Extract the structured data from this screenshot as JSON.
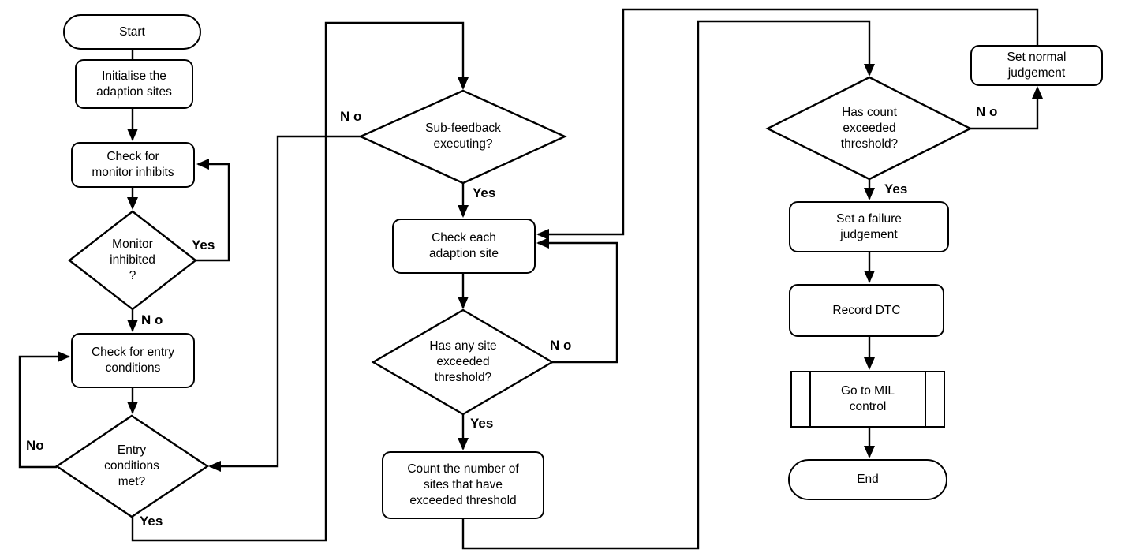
{
  "flowchart": {
    "background_color": "#ffffff",
    "stroke_color": "#000000",
    "fill_color": "#ffffff",
    "nodes": {
      "start": {
        "label": "Start",
        "shape": "terminator"
      },
      "initialise": {
        "label": "Initialise the\nadaption sites",
        "shape": "process"
      },
      "check_monitor": {
        "label": "Check for\nmonitor inhibits",
        "shape": "process"
      },
      "monitor_inhibited": {
        "label": "Monitor\ninhibited\n?",
        "shape": "decision"
      },
      "check_entry": {
        "label": "Check for entry\nconditions",
        "shape": "process"
      },
      "entry_met": {
        "label": "Entry\nconditions\nmet?",
        "shape": "decision"
      },
      "sub_feedback": {
        "label": "Sub-feedback\nexecuting?",
        "shape": "decision"
      },
      "check_each_site": {
        "label": "Check each\nadaption site",
        "shape": "process"
      },
      "site_exceeded": {
        "label": "Has any site\nexceeded\nthreshold?",
        "shape": "decision"
      },
      "count_sites": {
        "label": "Count the number of\nsites that have\nexceeded threshold",
        "shape": "process"
      },
      "count_exceeded": {
        "label": "Has count\nexceeded\nthreshold?",
        "shape": "decision"
      },
      "set_normal": {
        "label": "Set normal\njudgement",
        "shape": "process"
      },
      "set_failure": {
        "label": "Set a failure\njudgement",
        "shape": "process"
      },
      "record_dtc": {
        "label": "Record DTC",
        "shape": "process"
      },
      "mil_control": {
        "label": "Go to MIL\ncontrol",
        "shape": "predefined-process"
      },
      "end": {
        "label": "End",
        "shape": "terminator"
      }
    },
    "edge_labels": {
      "monitor_yes": "Yes",
      "monitor_no": "N o",
      "entry_no": "No",
      "entry_yes": "Yes",
      "sub_feedback_no": "N o",
      "sub_feedback_yes": "Yes",
      "site_no": "N o",
      "site_yes": "Yes",
      "count_no": "N o",
      "count_yes": "Yes"
    }
  }
}
